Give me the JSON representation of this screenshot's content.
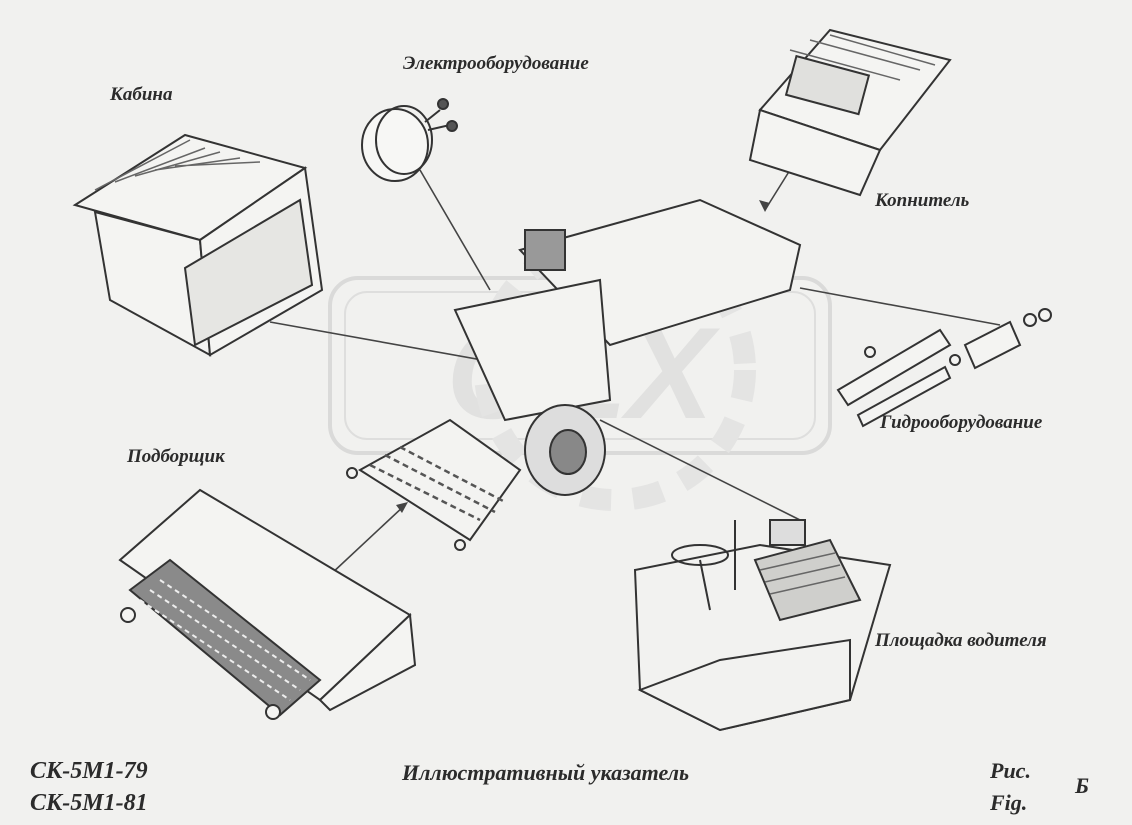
{
  "labels": {
    "electro": "Электрооборудование",
    "cabin": "Кабина",
    "konnitel": "Копнитель",
    "hydro": "Гидрооборудование",
    "picker": "Подборщик",
    "platform": "Площадка водителя"
  },
  "footer": {
    "model1": "СК-5М1-79",
    "model2": "СК-5М1-81",
    "title": "Иллюстративный указатель",
    "ris": "Рис.",
    "fig": "Fig.",
    "letter": "Б"
  },
  "watermark": "OLX",
  "colors": {
    "ink": "#3a3a3a",
    "paper": "#f1f1ef",
    "watermark": "#d2d2d2"
  }
}
